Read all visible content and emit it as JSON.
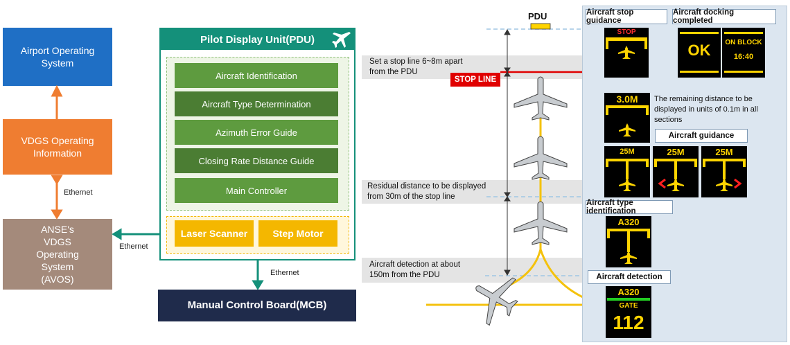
{
  "left": {
    "airport_system": "Airport Operating System",
    "vdgs_info": "VDGS Operating Information",
    "anse_system": "ANSE's VDGS Operating System (AVOS)",
    "ethernet1": "Ethernet",
    "ethernet2": "Ethernet",
    "ethernet3": "Ethernet"
  },
  "pdu": {
    "title": "Pilot Display Unit(PDU)",
    "items": [
      "Aircraft Identification",
      "Aircraft Type Determination",
      "Azimuth Error Guide",
      "Closing Rate Distance Guide",
      "Main Controller"
    ],
    "laser": "Laser Scanner",
    "motor": "Step Motor"
  },
  "mcb": "Manual Control Board(MCB)",
  "middle": {
    "pdu_label": "PDU",
    "note1": "Set a stop line 6~8m apart from the PDU",
    "stop_line": "STOP LINE",
    "note2": "Residual distance to be displayed from 30m of the stop line",
    "note3": "Aircraft detection at about 150m from the PDU"
  },
  "right": {
    "stop_guidance": "Aircraft stop guidance",
    "stop_text": "STOP",
    "docking": "Aircraft docking completed",
    "ok": "OK",
    "on_block": "ON BLOCK",
    "time": "16:40",
    "distance": "3.0M",
    "distance_note": "The remaining distance to be displayed in units of 0.1m in all sections",
    "guidance": "Aircraft guidance",
    "guid1": "25M",
    "guid2": "25M",
    "guid3": "25M",
    "type_id": "Aircraft type identification",
    "type_text": "A320",
    "detection": "Aircraft detection",
    "det_type": "A320",
    "gate": "GATE",
    "gate_num": "112"
  },
  "colors": {
    "blue": "#1f6fc5",
    "orange": "#ef7d31",
    "brown": "#a48a7b",
    "teal": "#14907a",
    "green_item": "#5e9b3f",
    "green_item_dark": "#4b7d33",
    "navy": "#1f2b4b",
    "gold": "#f4b700",
    "yellow": "#ffd400"
  }
}
